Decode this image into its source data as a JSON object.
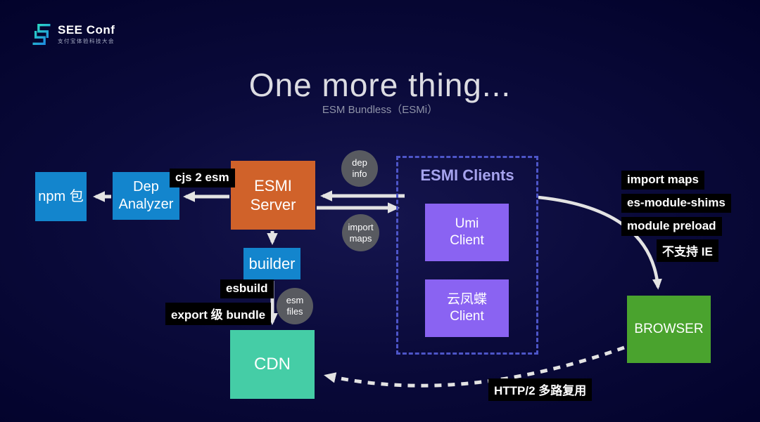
{
  "logo": {
    "name": "SEE Conf",
    "subtitle": "支付宝体验科技大会"
  },
  "header": {
    "title": "One more thing...",
    "subtitle": "ESM Bundless（ESMi）"
  },
  "diagram": {
    "nodes": {
      "npm": "npm 包",
      "dep_analyzer": "Dep\nAnalyzer",
      "esmi_server": "ESMI Server",
      "builder": "builder",
      "cdn": "CDN",
      "browser": "BROWSER",
      "clients_title": "ESMI Clients",
      "umi_client": "Umi\nClient",
      "yunfengdie_client": "云凤蝶\nClient"
    },
    "circles": {
      "dep_info": "dep\ninfo",
      "import_maps": "import\nmaps",
      "esm_files": "esm\nfiles"
    },
    "badges": {
      "cjs_2_esm": "cjs 2 esm",
      "esbuild": "esbuild",
      "export_bundle": "export 级 bundle",
      "import_maps": "import maps",
      "es_module_shims": "es-module-shims",
      "module_preload": "module preload",
      "no_ie_support": "不支持 IE",
      "http2_multiplex": "HTTP/2 多路复用"
    },
    "colors": {
      "background_center": "#15154e",
      "background_edge": "#02022a",
      "blue_box": "#1385cd",
      "orange_box": "#d0622a",
      "purple_box": "#8a63f2",
      "teal_box": "#45cda6",
      "green_box": "#4aa32e",
      "gray_circle": "#585a60",
      "badge_background": "#000000",
      "clients_border": "#4d55c8",
      "clients_title_text": "#a6a3ee",
      "arrow": "#e3e3e3",
      "logo_teal": "#2bd6c4"
    }
  }
}
